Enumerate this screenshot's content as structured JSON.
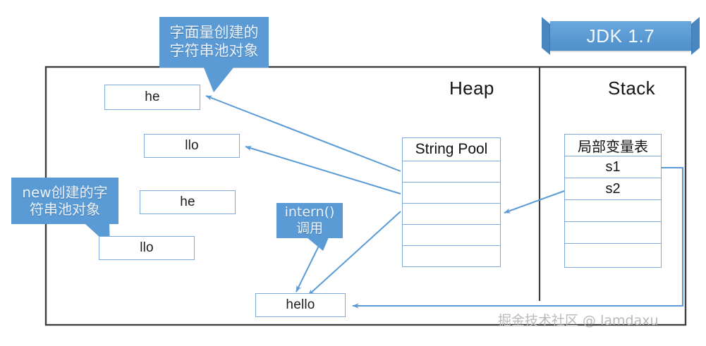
{
  "banner": {
    "label": "JDK 1.7"
  },
  "regions": [
    {
      "name": "heap",
      "label": "Heap"
    },
    {
      "name": "stack",
      "label": "Stack"
    }
  ],
  "callouts": [
    {
      "name": "literal-pool-callout",
      "lines": [
        "字面量创建的",
        "字符串池对象"
      ]
    },
    {
      "name": "new-pool-callout",
      "lines": [
        "new创建的字",
        "符串池对象"
      ]
    },
    {
      "name": "intern-callout",
      "lines": [
        "intern()",
        "调用"
      ]
    }
  ],
  "heap_boxes": [
    {
      "name": "heap-box-he-literal",
      "label": "he"
    },
    {
      "name": "heap-box-llo-literal",
      "label": "llo"
    },
    {
      "name": "heap-box-he-new",
      "label": "he"
    },
    {
      "name": "heap-box-llo-new",
      "label": "llo"
    },
    {
      "name": "heap-box-hello",
      "label": "hello"
    }
  ],
  "string_pool": {
    "title": "String Pool",
    "rows": [
      "",
      "",
      "",
      "",
      ""
    ]
  },
  "local_variable_table": {
    "title": "局部变量表",
    "rows": [
      "s1",
      "s2",
      "",
      "",
      ""
    ]
  },
  "watermark": {
    "text": "掘金技术社区 @ lamdaxu"
  },
  "colors": {
    "frame": "#3f3f3f",
    "box_border": "#7fa9d9",
    "arrow": "#5b9bd5",
    "callout_bg": "#5b9bd5",
    "banner_bg": "#4e90cb",
    "watermark": "#b9b9b9"
  }
}
